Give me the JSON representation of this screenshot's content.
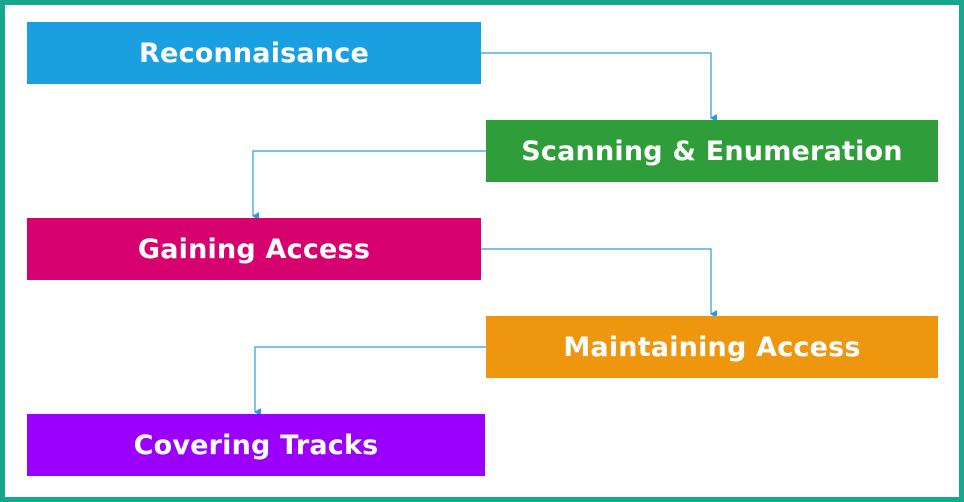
{
  "steps": [
    {
      "label": "Reconnaisance",
      "color": "#1aa0e0"
    },
    {
      "label": "Scanning & Enumeration",
      "color": "#2f9e3a"
    },
    {
      "label": "Gaining Access",
      "color": "#d6006f"
    },
    {
      "label": "Maintaining Access",
      "color": "#ee960e"
    },
    {
      "label": "Covering Tracks",
      "color": "#9b00ff"
    }
  ],
  "connector_color": "#2b9be0",
  "border_color": "#16a88c"
}
